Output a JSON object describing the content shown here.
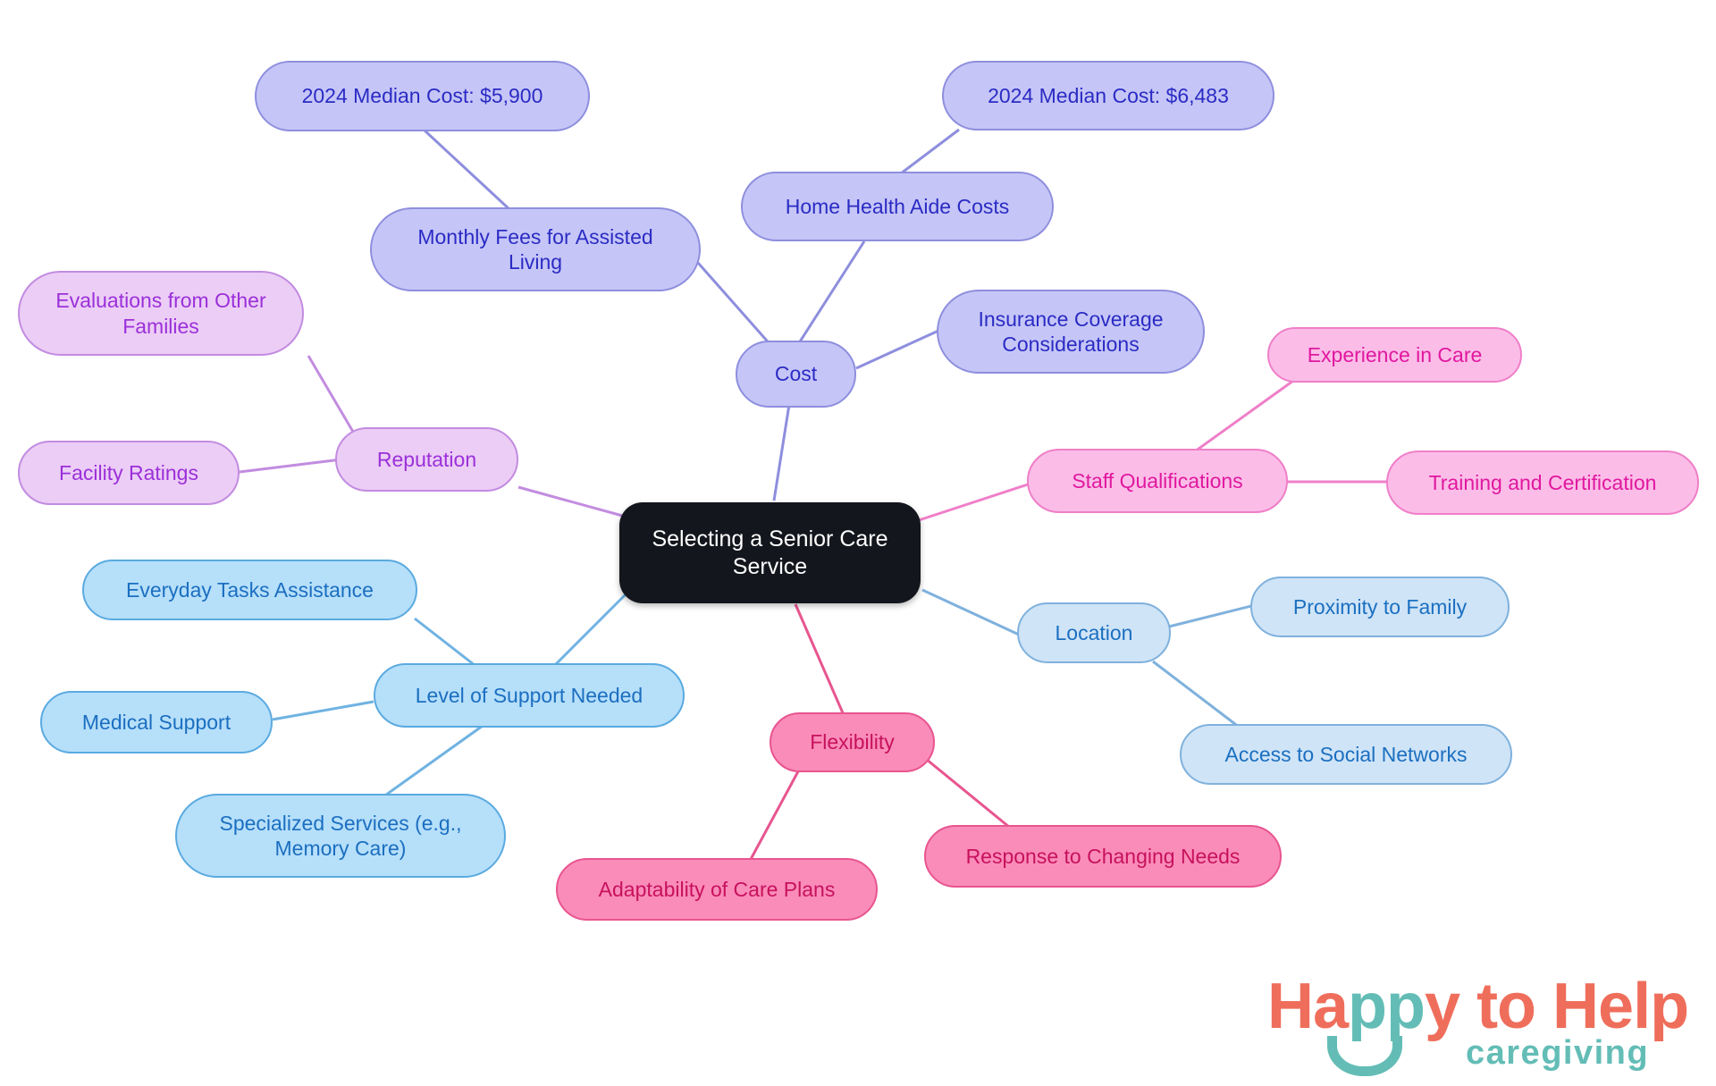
{
  "diagram": {
    "type": "mindmap",
    "title": "Selecting a Senior Care Service",
    "background": "#ffffff",
    "root": {
      "label": "Selecting a Senior Care\nService",
      "fill": "#14161d",
      "text": "#ffffff"
    },
    "branches": [
      {
        "name": "cost",
        "label": "Cost",
        "fill": "#c5c6f7",
        "border": "#8e8ede",
        "text": "#2b2bc4",
        "edge": "#8e8ede",
        "children": [
          {
            "label": "Monthly Fees for Assisted\nLiving",
            "children": [
              {
                "label": "2024 Median Cost: $5,900"
              }
            ]
          },
          {
            "label": "Home Health Aide Costs",
            "children": [
              {
                "label": "2024 Median Cost: $6,483"
              }
            ]
          },
          {
            "label": "Insurance Coverage\nConsiderations",
            "children": []
          }
        ]
      },
      {
        "name": "reputation",
        "label": "Reputation",
        "fill": "#eccdf6",
        "border": "#c28ce0",
        "text": "#9b30d9",
        "edge": "#c28ce0",
        "children": [
          {
            "label": "Evaluations from Other\nFamilies",
            "children": []
          },
          {
            "label": "Facility Ratings",
            "children": []
          }
        ]
      },
      {
        "name": "staff-qualifications",
        "label": "Staff Qualifications",
        "fill": "#fbbde8",
        "border": "#ef7fc8",
        "text": "#e0189e",
        "edge": "#ef7fc8",
        "children": [
          {
            "label": "Experience in Care",
            "children": []
          },
          {
            "label": "Training and Certification",
            "children": []
          }
        ]
      },
      {
        "name": "location",
        "label": "Location",
        "fill": "#cfe4f7",
        "border": "#7fb1dd",
        "text": "#1b6fc0",
        "edge": "#7fb1dd",
        "children": [
          {
            "label": "Proximity to Family",
            "children": []
          },
          {
            "label": "Access to Social Networks",
            "children": []
          }
        ]
      },
      {
        "name": "flexibility",
        "label": "Flexibility",
        "fill": "#fa8cb9",
        "border": "#e8558f",
        "text": "#c7115d",
        "edge": "#e8558f",
        "children": [
          {
            "label": "Adaptability of Care Plans",
            "children": []
          },
          {
            "label": "Response to Changing Needs",
            "children": []
          }
        ]
      },
      {
        "name": "level-of-support-needed",
        "label": "Level of Support Needed",
        "fill": "#b6dffa",
        "border": "#5aaae0",
        "text": "#1b6fc0",
        "edge": "#6fb3e2",
        "children": [
          {
            "label": "Everyday Tasks Assistance",
            "children": []
          },
          {
            "label": "Medical Support",
            "children": []
          },
          {
            "label": "Specialized Services (e.g.,\nMemory Care)",
            "children": []
          }
        ]
      }
    ],
    "nodes": {
      "root": "Selecting a Senior Care\nService",
      "cost": "Cost",
      "cost_monthly_fees": "Monthly Fees for Assisted\nLiving",
      "cost_median_assisted": "2024 Median Cost: $5,900",
      "cost_home_health": "Home Health Aide Costs",
      "cost_median_home": "2024 Median Cost: $6,483",
      "cost_insurance": "Insurance Coverage\nConsiderations",
      "reputation": "Reputation",
      "reputation_evaluations": "Evaluations from Other\nFamilies",
      "reputation_ratings": "Facility Ratings",
      "staff": "Staff Qualifications",
      "staff_experience": "Experience in Care",
      "staff_training": "Training and Certification",
      "location": "Location",
      "location_proximity": "Proximity to Family",
      "location_social": "Access to Social Networks",
      "flexibility": "Flexibility",
      "flexibility_adaptability": "Adaptability of Care Plans",
      "flexibility_response": "Response to Changing Needs",
      "support": "Level of Support Needed",
      "support_everyday": "Everyday Tasks Assistance",
      "support_medical": "Medical Support",
      "support_specialized": "Specialized Services (e.g.,\nMemory Care)"
    }
  },
  "logo": {
    "word_happy_h": "Ha",
    "word_happy_pp": "pp",
    "word_happy_y": "y",
    "word_to_help": " to Help",
    "subtitle": "caregiving",
    "coral": "#ef6e5b",
    "teal": "#63bdb6"
  }
}
